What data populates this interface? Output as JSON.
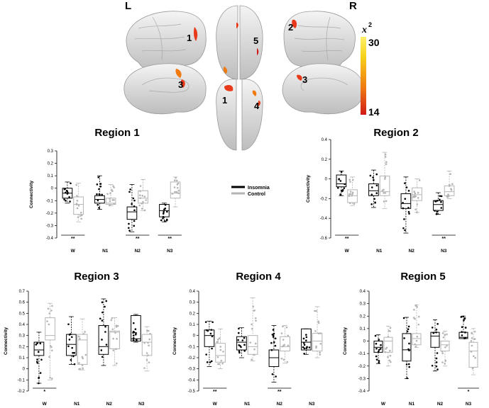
{
  "hemispheres": {
    "left": "L",
    "right": "R"
  },
  "brain_labels": [
    "1",
    "2",
    "3",
    "3",
    "5",
    "1",
    "4"
  ],
  "colorbar": {
    "symbol": "x",
    "power": "2",
    "max": "30",
    "min": "14",
    "colors": [
      "#d11919",
      "#f07a10",
      "#f7d21a",
      "#fff06a"
    ]
  },
  "legend": {
    "insomnia": "Insomnia",
    "control": "Control",
    "insomnia_color": "#000000",
    "control_color": "#b4b4b4"
  },
  "stage_labels": [
    "W",
    "N1",
    "N2",
    "N3"
  ],
  "chart_data": [
    {
      "type": "box",
      "title": "Region 1",
      "ylabel": "Connectivity",
      "ylim": [
        -0.4,
        0.3
      ],
      "ticks": [
        0.3,
        0.2,
        0.1,
        0,
        -0.1,
        -0.2,
        -0.3,
        -0.4
      ],
      "categories": [
        "W",
        "N1",
        "N2",
        "N3"
      ],
      "series": [
        {
          "name": "Insomnia",
          "boxes": [
            {
              "q1": -0.08,
              "med": -0.04,
              "q3": 0.0,
              "lo": -0.12,
              "hi": 0.05
            },
            {
              "q1": -0.12,
              "med": -0.09,
              "q3": -0.06,
              "lo": -0.17,
              "hi": 0.1
            },
            {
              "q1": -0.25,
              "med": -0.19,
              "q3": -0.15,
              "lo": -0.35,
              "hi": 0.03
            },
            {
              "q1": -0.23,
              "med": -0.18,
              "q3": -0.13,
              "lo": -0.27,
              "hi": -0.12
            }
          ]
        },
        {
          "name": "Control",
          "boxes": [
            {
              "q1": -0.21,
              "med": -0.13,
              "q3": -0.07,
              "lo": -0.27,
              "hi": 0.04
            },
            {
              "q1": -0.13,
              "med": -0.12,
              "q3": -0.08,
              "lo": -0.14,
              "hi": 0.03
            },
            {
              "q1": -0.12,
              "med": -0.08,
              "q3": -0.02,
              "lo": -0.18,
              "hi": 0.07
            },
            {
              "q1": -0.08,
              "med": -0.04,
              "q3": 0.05,
              "lo": -0.15,
              "hi": 0.09
            }
          ]
        }
      ],
      "significance": [
        "**",
        "",
        "**",
        "**"
      ]
    },
    {
      "type": "box",
      "title": "Region 2",
      "ylabel": "Connectivity",
      "ylim": [
        -0.6,
        0.4
      ],
      "ticks": [
        0.4,
        0.2,
        0,
        -0.2,
        -0.4,
        -0.6
      ],
      "categories": [
        "W",
        "N1",
        "N2",
        "N3"
      ],
      "series": [
        {
          "name": "Insomnia",
          "boxes": [
            {
              "q1": -0.08,
              "med": -0.05,
              "q3": 0.04,
              "lo": -0.17,
              "hi": 0.08
            },
            {
              "q1": -0.17,
              "med": -0.12,
              "q3": -0.05,
              "lo": -0.29,
              "hi": 0.09
            },
            {
              "q1": -0.3,
              "med": -0.25,
              "q3": -0.15,
              "lo": -0.55,
              "hi": 0.02
            },
            {
              "q1": -0.32,
              "med": -0.26,
              "q3": -0.22,
              "lo": -0.36,
              "hi": -0.14
            }
          ]
        },
        {
          "name": "Control",
          "boxes": [
            {
              "q1": -0.24,
              "med": -0.17,
              "q3": -0.11,
              "lo": -0.27,
              "hi": 0.02
            },
            {
              "q1": -0.17,
              "med": -0.13,
              "q3": 0.03,
              "lo": -0.3,
              "hi": 0.27
            },
            {
              "q1": -0.22,
              "med": -0.16,
              "q3": -0.09,
              "lo": -0.34,
              "hi": 0.0
            },
            {
              "q1": -0.17,
              "med": -0.13,
              "q3": -0.07,
              "lo": -0.2,
              "hi": 0.08
            }
          ]
        }
      ],
      "significance": [
        "**",
        "",
        "",
        "**"
      ]
    },
    {
      "type": "box",
      "title": "Region 3",
      "ylabel": "Connectivity",
      "ylim": [
        -0.2,
        0.7
      ],
      "ticks": [
        0.7,
        0.6,
        0.5,
        0.4,
        0.3,
        0.2,
        0.1,
        0,
        -0.1,
        -0.2
      ],
      "categories": [
        "W",
        "N1",
        "N2",
        "N3"
      ],
      "series": [
        {
          "name": "Insomnia",
          "boxes": [
            {
              "q1": 0.12,
              "med": 0.17,
              "q3": 0.24,
              "lo": -0.13,
              "hi": 0.33
            },
            {
              "q1": 0.12,
              "med": 0.22,
              "q3": 0.31,
              "lo": 0.04,
              "hi": 0.47
            },
            {
              "q1": 0.13,
              "med": 0.2,
              "q3": 0.39,
              "lo": 0.03,
              "hi": 0.63
            },
            {
              "q1": 0.25,
              "med": 0.27,
              "q3": 0.48,
              "lo": 0.24,
              "hi": 0.49
            }
          ]
        },
        {
          "name": "Control",
          "boxes": [
            {
              "q1": 0.26,
              "med": 0.3,
              "q3": 0.46,
              "lo": -0.1,
              "hi": 0.59
            },
            {
              "q1": 0.04,
              "med": 0.26,
              "q3": 0.31,
              "lo": -0.01,
              "hi": 0.45
            },
            {
              "q1": 0.18,
              "med": 0.33,
              "q3": 0.34,
              "lo": 0.03,
              "hi": 0.46
            },
            {
              "q1": 0.12,
              "med": 0.24,
              "q3": 0.31,
              "lo": -0.02,
              "hi": 0.38
            }
          ]
        }
      ],
      "significance": [
        "*",
        "",
        "",
        ""
      ]
    },
    {
      "type": "box",
      "title": "Region 4",
      "ylabel": "Connectivity",
      "ylim": [
        -0.5,
        0.4
      ],
      "ticks": [
        0.4,
        0.3,
        0.2,
        0.1,
        0,
        -0.1,
        -0.2,
        -0.3,
        -0.4,
        -0.5
      ],
      "categories": [
        "W",
        "N1",
        "N2",
        "N3"
      ],
      "series": [
        {
          "name": "Insomnia",
          "boxes": [
            {
              "q1": -0.1,
              "med": 0.0,
              "q3": 0.05,
              "lo": -0.28,
              "hi": 0.13
            },
            {
              "q1": -0.13,
              "med": -0.06,
              "q3": -0.01,
              "lo": -0.2,
              "hi": 0.07
            },
            {
              "q1": -0.28,
              "med": -0.2,
              "q3": -0.13,
              "lo": -0.42,
              "hi": 0.09
            },
            {
              "q1": -0.13,
              "med": -0.06,
              "q3": 0.06,
              "lo": -0.17,
              "hi": 0.06
            }
          ]
        },
        {
          "name": "Control",
          "boxes": [
            {
              "q1": -0.24,
              "med": -0.18,
              "q3": -0.07,
              "lo": -0.3,
              "hi": 0.06
            },
            {
              "q1": -0.17,
              "med": -0.1,
              "q3": 0.0,
              "lo": -0.23,
              "hi": 0.34
            },
            {
              "q1": -0.14,
              "med": -0.1,
              "q3": -0.01,
              "lo": -0.25,
              "hi": 0.09
            },
            {
              "q1": -0.14,
              "med": -0.05,
              "q3": 0.02,
              "lo": -0.2,
              "hi": 0.26
            }
          ]
        }
      ],
      "significance": [
        "**",
        "",
        "**",
        ""
      ]
    },
    {
      "type": "box",
      "title": "Region 5",
      "ylabel": "Connectivity",
      "ylim": [
        -0.4,
        0.4
      ],
      "ticks": [
        0.4,
        0.3,
        0.2,
        0.1,
        0,
        -0.1,
        -0.2,
        -0.3,
        -0.4
      ],
      "categories": [
        "W",
        "N1",
        "N2",
        "N3"
      ],
      "series": [
        {
          "name": "Insomnia",
          "boxes": [
            {
              "q1": -0.09,
              "med": -0.05,
              "q3": 0.0,
              "lo": -0.18,
              "hi": 0.05
            },
            {
              "q1": -0.16,
              "med": -0.07,
              "q3": 0.06,
              "lo": -0.3,
              "hi": 0.19
            },
            {
              "q1": -0.05,
              "med": 0.04,
              "q3": 0.07,
              "lo": -0.24,
              "hi": 0.17
            },
            {
              "q1": 0.02,
              "med": 0.03,
              "q3": 0.07,
              "lo": 0.02,
              "hi": 0.2
            }
          ]
        },
        {
          "name": "Control",
          "boxes": [
            {
              "q1": -0.09,
              "med": 0.0,
              "q3": 0.03,
              "lo": -0.2,
              "hi": 0.12
            },
            {
              "q1": -0.03,
              "med": 0.02,
              "q3": 0.06,
              "lo": -0.05,
              "hi": 0.29
            },
            {
              "q1": -0.08,
              "med": -0.03,
              "q3": 0.0,
              "lo": -0.2,
              "hi": 0.08
            },
            {
              "q1": -0.21,
              "med": -0.08,
              "q3": -0.01,
              "lo": -0.27,
              "hi": 0.1
            }
          ]
        }
      ],
      "significance": [
        "",
        "",
        "",
        "*"
      ]
    }
  ]
}
